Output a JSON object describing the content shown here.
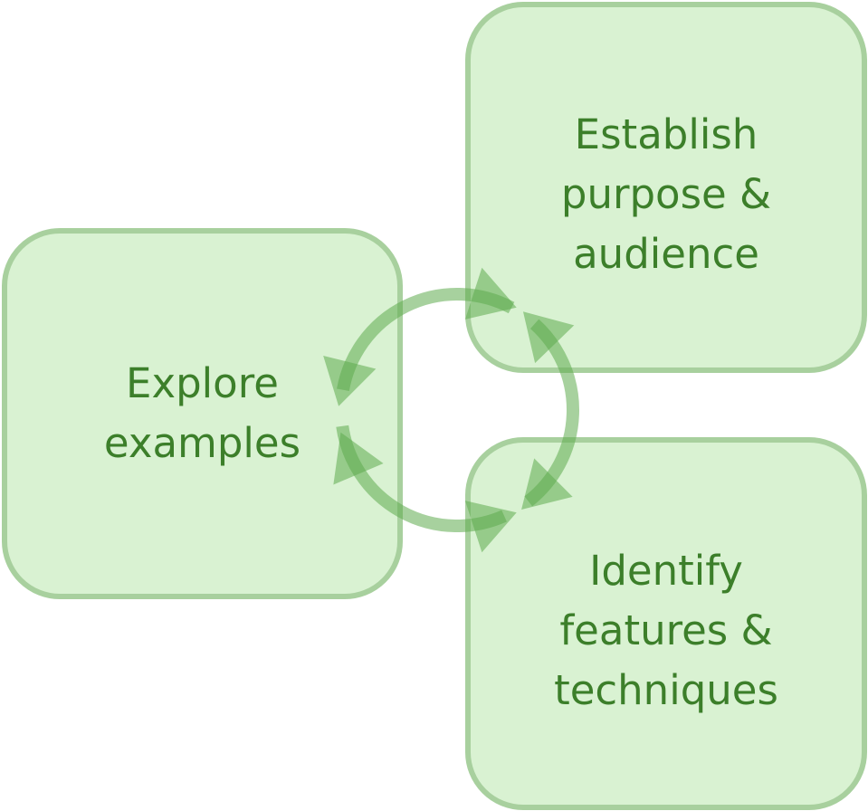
{
  "diagram": {
    "type": "cycle",
    "colors": {
      "box_fill": "#d9f2d2",
      "box_border": "#a8d09e",
      "text": "#3c7f2a",
      "arrow": "#5fac4e"
    },
    "nodes": [
      {
        "id": "explore",
        "lines": [
          "Explore",
          "examples"
        ]
      },
      {
        "id": "establish",
        "lines": [
          "Establish",
          "purpose &",
          "audience"
        ]
      },
      {
        "id": "identify",
        "lines": [
          "Identify",
          "features &",
          "techniques"
        ]
      }
    ],
    "arrows": [
      {
        "from": "explore",
        "to": "establish",
        "direction": "clockwise"
      },
      {
        "from": "establish",
        "to": "identify",
        "direction": "clockwise"
      },
      {
        "from": "identify",
        "to": "explore",
        "direction": "clockwise"
      },
      {
        "from": "establish",
        "to": "explore",
        "direction": "counter-clockwise"
      },
      {
        "from": "identify",
        "to": "establish",
        "direction": "counter-clockwise"
      },
      {
        "from": "explore",
        "to": "identify",
        "direction": "counter-clockwise"
      }
    ]
  }
}
